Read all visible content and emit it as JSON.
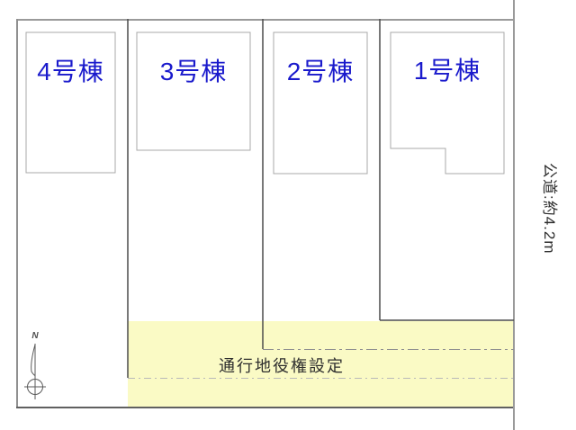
{
  "site_plan": {
    "buildings": [
      {
        "label": "4号棟"
      },
      {
        "label": "3号棟"
      },
      {
        "label": "2号棟"
      },
      {
        "label": "1号棟"
      }
    ],
    "easement": {
      "label": "通行地役権設定"
    },
    "road": {
      "label": "公道:約4.2m"
    },
    "compass": {
      "label": "N"
    },
    "colors": {
      "building_label_blue": "#1a1acc",
      "easement_yellow": "#fafac5",
      "boundary_gray": "#9a9a9a",
      "lot_line_dark": "#4c4c4c"
    }
  }
}
